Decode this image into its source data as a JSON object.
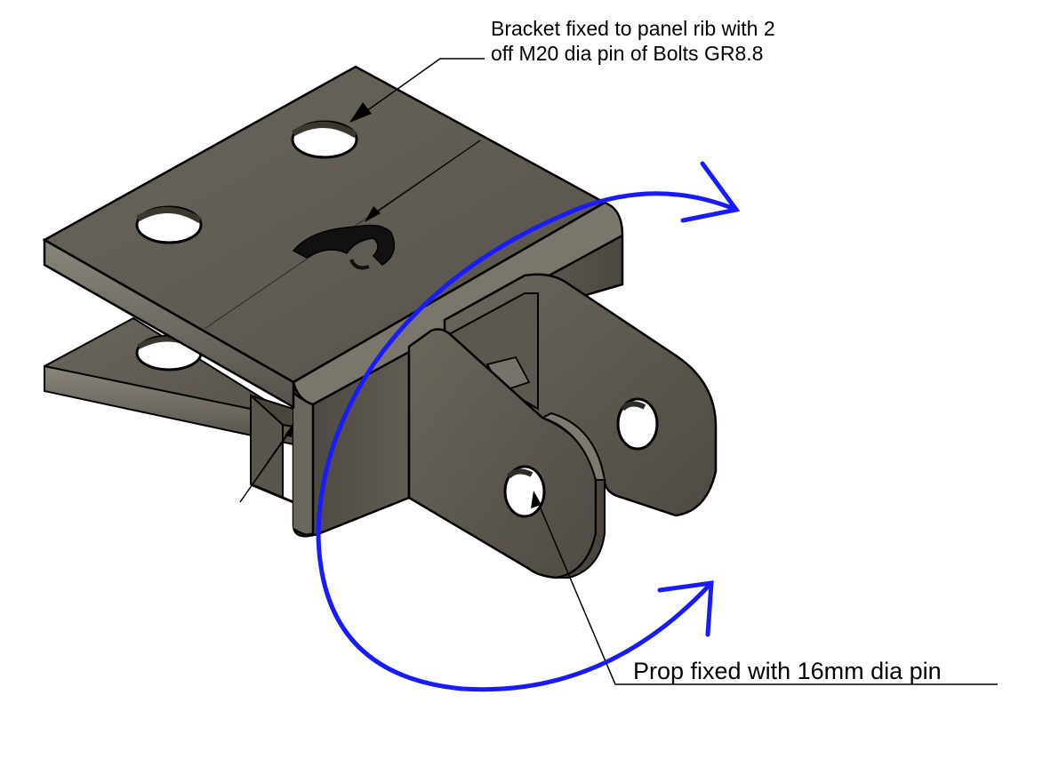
{
  "annotations": {
    "bracket_note_line1": "Bracket fixed to panel rib with 2",
    "bracket_note_line2": "off M20 dia pin of Bolts GR8.8",
    "prop_note": "Prop fixed with 16mm dia pin"
  },
  "colors": {
    "rotation_arrow": "#1a1aff",
    "steel_face": "#5f5b52",
    "steel_light": "#77736a",
    "steel_dark": "#3e3b35",
    "outline": "#000000"
  },
  "icons": [
    "rotation-arrow-icon",
    "leader-arrow-icon",
    "weld-symbol-icon"
  ]
}
